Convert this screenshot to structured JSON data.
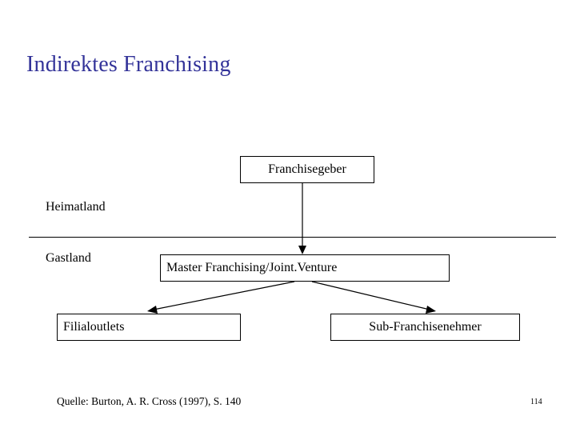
{
  "slide": {
    "title": "Indirektes Franchising",
    "title_color": "#333399",
    "page_number": "114",
    "source_note": "Quelle: Burton, A. R. Cross (1997), S. 140"
  },
  "regions": [
    {
      "id": "heimatland",
      "label": "Heimatland"
    },
    {
      "id": "gastland",
      "label": "Gastland"
    }
  ],
  "nodes": [
    {
      "id": "franchisegeber",
      "label": "Franchisegeber"
    },
    {
      "id": "master",
      "label": "Master Franchising/Joint.Venture"
    },
    {
      "id": "filialoutlets",
      "label": "Filialoutlets"
    },
    {
      "id": "subfranchisenehmer",
      "label": "Sub-Franchisenehmer"
    }
  ],
  "connectors": [
    {
      "from": "franchisegeber",
      "to": "master",
      "style": "arrow-down"
    },
    {
      "from": "master",
      "to": "filialoutlets",
      "style": "arrow-down-left"
    },
    {
      "from": "master",
      "to": "subfranchisenehmer",
      "style": "arrow-down-right"
    }
  ],
  "colors": {
    "line": "#000000",
    "box_border": "#000000",
    "background": "#ffffff",
    "text": "#000000"
  }
}
